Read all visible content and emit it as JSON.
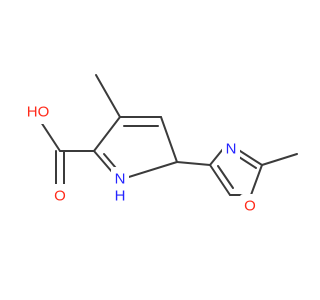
{
  "molecule": {
    "atom_labels": {
      "hydroxyl_oxygen": "HO",
      "carbonyl_oxygen": "O",
      "pyrrole_nitrogen": "N",
      "pyrrole_hydrogen": "H",
      "oxazole_nitrogen": "N",
      "oxazole_oxygen": "O"
    },
    "colors": {
      "bond": "#3b3b3b",
      "oxygen": "#ff2a1a",
      "nitrogen": "#2424ff",
      "background": "#ffffff"
    }
  }
}
